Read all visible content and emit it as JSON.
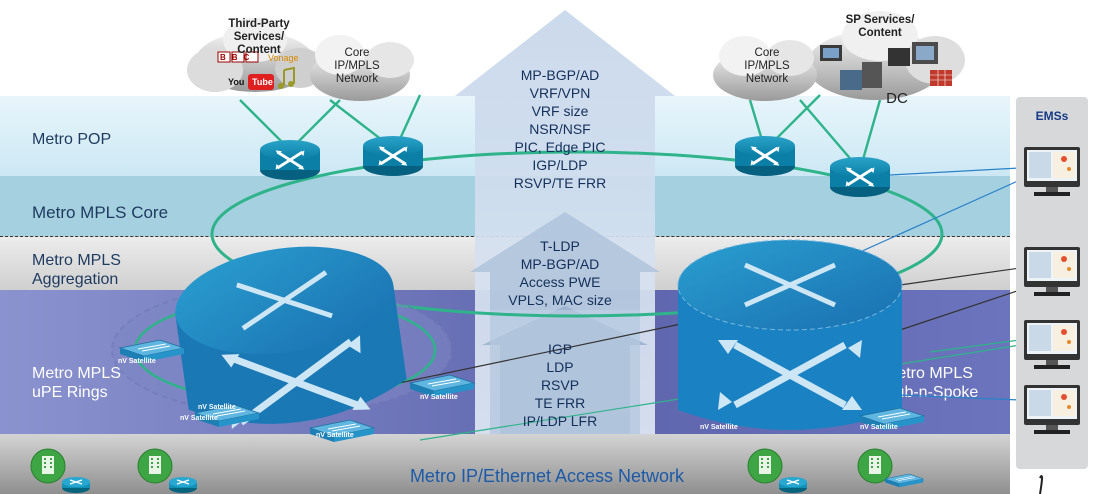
{
  "layers": [
    {
      "id": "metro-pop",
      "label_lines": [
        "Metro POP"
      ]
    },
    {
      "id": "metro-mpls-core",
      "label_lines": [
        "Metro MPLS Core"
      ]
    },
    {
      "id": "metro-mpls-aggregation",
      "label_lines": [
        "Metro MPLS",
        "Aggregation"
      ]
    },
    {
      "id": "metro-mpls-upe-rings",
      "label_lines": [
        "Metro MPLS",
        "uPE Rings"
      ]
    },
    {
      "id": "metro-access",
      "label_lines": [
        "Metro IP/Ethernet Access Network"
      ]
    }
  ],
  "right_band_labels": {
    "hub_spoke": [
      "Metro MPLS",
      "Hub-n-Spoke"
    ]
  },
  "clouds": {
    "third_party": {
      "title_lines": [
        "Third-Party",
        "Services/",
        "Content"
      ],
      "logos": [
        "BBC",
        "You",
        "Tube",
        "Vonage"
      ]
    },
    "core_left": {
      "lines": [
        "Core",
        "IP/MPLS",
        "Network"
      ]
    },
    "core_right": {
      "lines": [
        "Core",
        "IP/MPLS",
        "Network"
      ]
    },
    "sp_services": {
      "title_lines": [
        "SP Services/",
        "Content"
      ],
      "dc_label": "DC"
    }
  },
  "protocol_stacks": {
    "top": [
      "MP-BGP/AD",
      "VRF/VPN",
      "VRF size",
      "NSR/NSF",
      "PIC, Edge PIC",
      "IGP/LDP",
      "RSVP/TE FRR"
    ],
    "middle": [
      "T-LDP",
      "MP-BGP/AD",
      "Access PWE",
      "VPLS, MAC size"
    ],
    "bottom": [
      "IGP",
      "LDP",
      "RSVP",
      "TE FRR",
      "IP/LDP LFR"
    ]
  },
  "ems": {
    "title": "EMSs",
    "count": 4
  },
  "satellite_labels": [
    "nV Satellite",
    "nV Satellite",
    "nV Satellite",
    "nV Satellite",
    "nV Satellite",
    "nV Satellite",
    "nV Satellite"
  ],
  "colors": {
    "router_blue": "#0b7fa6",
    "ring_green": "#2fb38a",
    "pop_band": "#d9eef8",
    "core_band": "#a9d3e3",
    "agg_band": "#dcdcdc",
    "upe_band": "#6b74b8",
    "access_band": "#9a9a9a",
    "arrow": "#b8cde6",
    "ems_title": "#163a86"
  }
}
